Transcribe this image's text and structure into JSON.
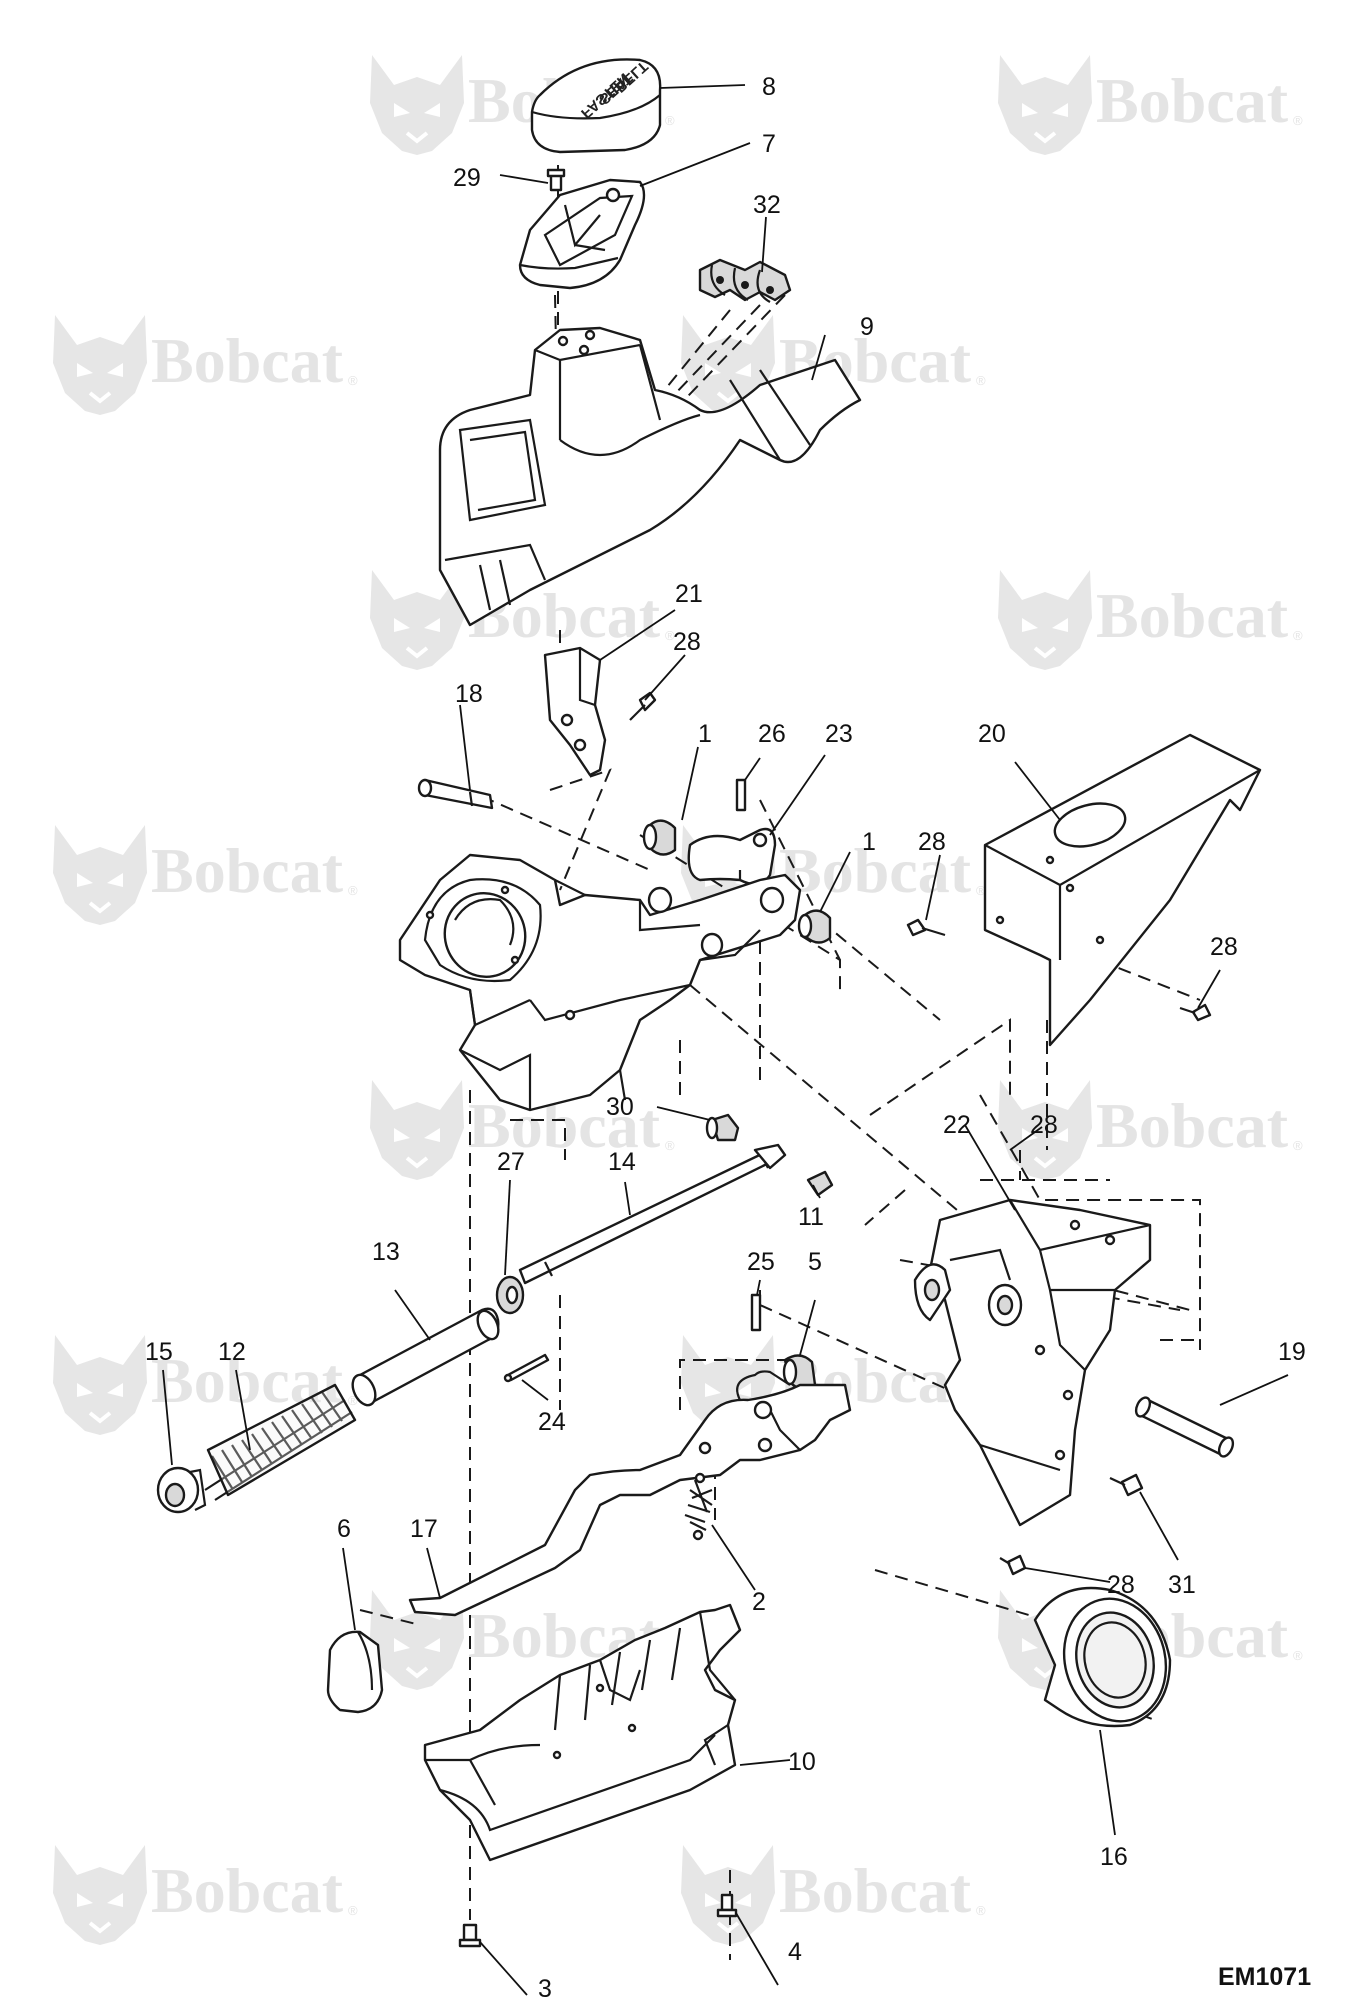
{
  "watermark": {
    "brand": "Bobcat",
    "registered": "®",
    "color": "#e4e4e4"
  },
  "diagram_ref": "EM1071",
  "knob_text": [
    "FASTEN",
    "SEAT",
    "BELT"
  ],
  "callouts": [
    "8",
    "7",
    "29",
    "32",
    "9",
    "21",
    "28",
    "18",
    "1",
    "26",
    "23",
    "20",
    "1",
    "28",
    "28",
    "30",
    "27",
    "14",
    "11",
    "22",
    "28",
    "13",
    "25",
    "5",
    "15",
    "12",
    "19",
    "24",
    "6",
    "17",
    "2",
    "28",
    "31",
    "10",
    "16",
    "4",
    "3"
  ]
}
